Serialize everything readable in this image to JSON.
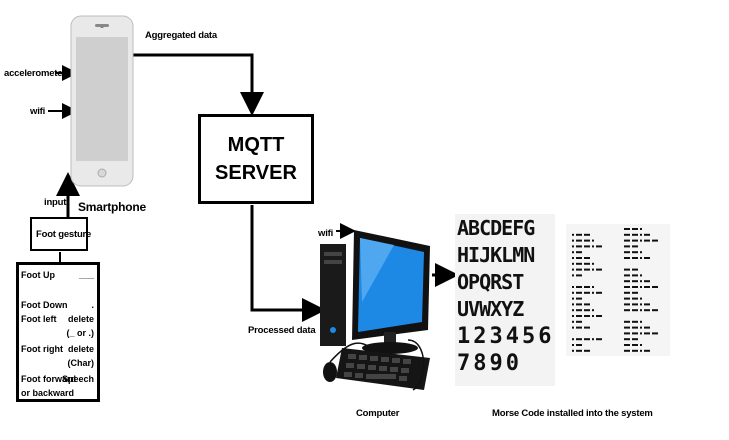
{
  "labels": {
    "aggregated": "Aggregated data",
    "accelerometer": "accelerometer",
    "wifi_phone": "wifi",
    "input": "input",
    "smartphone": "Smartphone",
    "foot_gesture": "Foot gesture",
    "mqtt_line1": "MQTT",
    "mqtt_line2": "SERVER",
    "wifi_computer": "wifi",
    "processed": "Processed data",
    "computer": "Computer",
    "morse_caption": "Morse Code installed into the system"
  },
  "gestures": [
    {
      "gesture": "Foot Up",
      "action": "___"
    },
    {
      "gesture": "Foot Down",
      "action": "."
    },
    {
      "gesture": "Foot left",
      "action": "delete"
    },
    {
      "gesture": "",
      "action": "(_ or .)"
    },
    {
      "gesture": "Foot right",
      "action": "delete"
    },
    {
      "gesture": "",
      "action": "(Char)"
    },
    {
      "gesture": "Foot forward",
      "action": "Speech"
    },
    {
      "gesture": "or backward",
      "action": ""
    }
  ],
  "morse_chart": {
    "rows": [
      "ABCDEFG",
      "HIJKLMN",
      "OPQRST",
      "UVWXYZ",
      "123456",
      "7890"
    ]
  }
}
